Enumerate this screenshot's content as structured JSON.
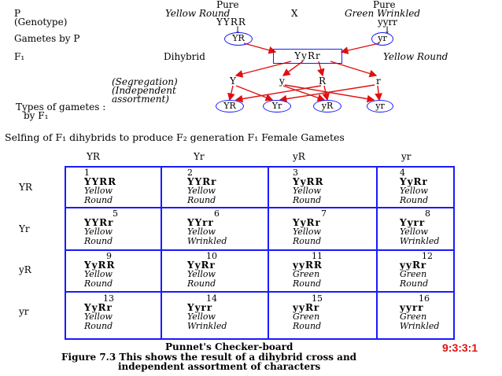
{
  "header": {
    "p_label": "P",
    "genotype_label": "(Genotype)",
    "pure_left": "Pure",
    "pure_right": "Pure",
    "parent_left_phenotype": "Yellow Round",
    "parent_right_phenotype": "Green Wrinkled",
    "cross_symbol": "X",
    "parent_left_genotype": "YYRR",
    "parent_right_genotype": "yyrr",
    "arrow": "↓",
    "gametes_by_p_label": "Gametes by P",
    "gamete_left": "YR",
    "gamete_right": "yr",
    "f1_label": "F₁",
    "dihybrid_label": "Dihybrid",
    "f1_genotype": "YyRr",
    "f1_phenotype": "Yellow Round",
    "segregation_line1": "(Segregation)",
    "segregation_line2": "(Independent",
    "segregation_line3": "assortment)",
    "alleles": [
      "Y",
      "y",
      "R",
      "r"
    ],
    "types_of_gametes_line1": "Types of gametes :",
    "types_of_gametes_line2": "by F₁",
    "f1_gametes": [
      "YR",
      "Yr",
      "yR",
      "yr"
    ]
  },
  "selfing_caption": "Selfing of F₁ dihybrids to produce F₂ generation F₁ Female Gametes",
  "columns": [
    "YR",
    "Yr",
    "yR",
    "yr"
  ],
  "rows": [
    "YR",
    "Yr",
    "yR",
    "yr"
  ],
  "cells": [
    [
      {
        "num": "1",
        "geno": "YYRR",
        "color": "Yellow",
        "shape": "Round"
      },
      {
        "num": "2",
        "geno": "YYRr",
        "color": "Yellow",
        "shape": "Round"
      },
      {
        "num": "3",
        "geno": "YyRR",
        "color": "Yellow",
        "shape": "Round"
      },
      {
        "num": "4",
        "geno": "YyRr",
        "color": "Yellow",
        "shape": "Round"
      }
    ],
    [
      {
        "num": "5",
        "geno": "YYRr",
        "color": "Yellow",
        "shape": "Round"
      },
      {
        "num": "6",
        "geno": "YYrr",
        "color": "Yellow",
        "shape": "Wrinkled"
      },
      {
        "num": "7",
        "geno": "YyRr",
        "color": "Yellow",
        "shape": "Round"
      },
      {
        "num": "8",
        "geno": "Yyrr",
        "color": "Yellow",
        "shape": "Wrinkled"
      }
    ],
    [
      {
        "num": "9",
        "geno": "YyRR",
        "color": "Yellow",
        "shape": "Round"
      },
      {
        "num": "10",
        "geno": "YyRr",
        "color": "Yellow",
        "shape": "Round"
      },
      {
        "num": "11",
        "geno": "yyRR",
        "color": "Green",
        "shape": "Round"
      },
      {
        "num": "12",
        "geno": "yyRr",
        "color": "Green",
        "shape": "Round"
      }
    ],
    [
      {
        "num": "13",
        "geno": "YyRr",
        "color": "Yellow",
        "shape": "Round"
      },
      {
        "num": "14",
        "geno": "Yyrr",
        "color": "Yellow",
        "shape": "Wrinkled"
      },
      {
        "num": "15",
        "geno": "yyRr",
        "color": "Green",
        "shape": "Round"
      },
      {
        "num": "16",
        "geno": "yyrr",
        "color": "Green",
        "shape": "Wrinkled"
      }
    ]
  ],
  "board_title": "Punnet's Checker-board",
  "ratio": "9:3:3:1",
  "figure_caption_line1": "Figure 7.3 This shows the result of a dihybrid cross and",
  "figure_caption_line2": "independent assortment of characters",
  "colors": {
    "border": "#1a1aff",
    "arrow": "#e01010",
    "ratio": "#e01010"
  }
}
